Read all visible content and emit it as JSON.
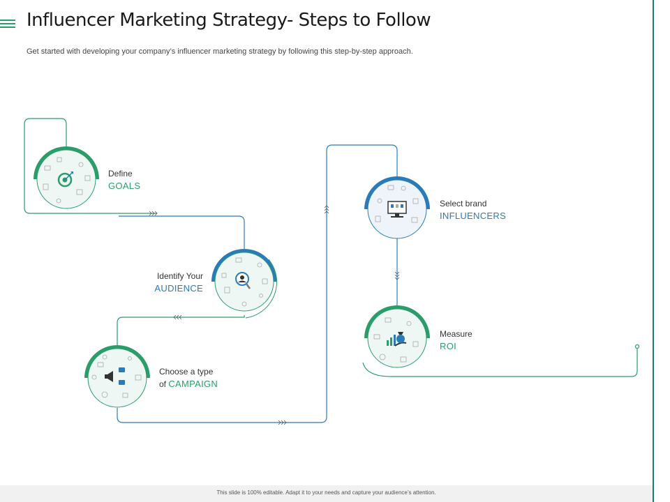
{
  "header": {
    "title": "Influencer Marketing Strategy- Steps to Follow",
    "subtitle": "Get started with developing your company’s influencer marketing strategy by following this step-by-step approach."
  },
  "steps": [
    {
      "line1": "Define",
      "keyword": "GOALS"
    },
    {
      "line1": "Identify Your",
      "keyword": "AUDIENCE"
    },
    {
      "line1": "Choose a type",
      "prefix": "of ",
      "keyword": "CAMPAIGN"
    },
    {
      "line1": "Select brand",
      "keyword": "INFLUENCERS"
    },
    {
      "line1": "Measure",
      "keyword": "ROI"
    }
  ],
  "footer": {
    "note": "This slide is 100% editable. Adapt it to your needs and capture your audience’s attention."
  },
  "colors": {
    "green": "#2a9d6b",
    "blue": "#2b7bb9",
    "teal": "#1f7a7a",
    "circle_fill": "#eef7f3",
    "circle_fill_blue": "#eef4fa"
  }
}
